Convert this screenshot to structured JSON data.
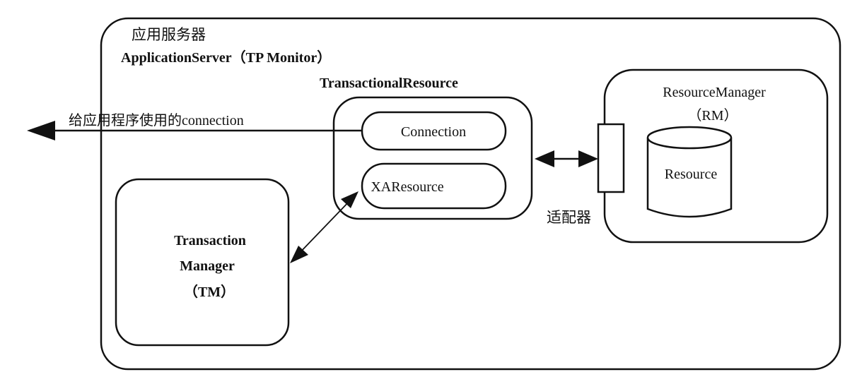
{
  "app_server": {
    "title_cn": "应用服务器",
    "title_en": "ApplicationServer（TP Monitor）"
  },
  "transactional_resource": {
    "title": "TransactionalResource",
    "connection": "Connection",
    "xaresource": "XAResource"
  },
  "connection_arrow_label": "给应用程序使用的connection",
  "resource_manager": {
    "title": "ResourceManager",
    "abbr": "（RM）",
    "resource": "Resource"
  },
  "adapter_label": "适配器",
  "transaction_manager": {
    "line1": "Transaction",
    "line2": "Manager",
    "abbr": "（TM）"
  }
}
